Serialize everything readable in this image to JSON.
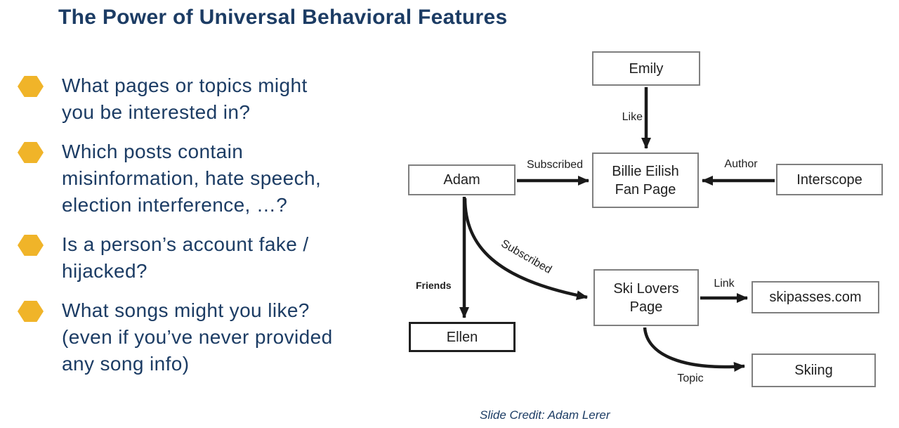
{
  "title": "The Power of Universal Behavioral Features",
  "colors": {
    "title_navy": "#1c3c64",
    "bullet_gold": "#f0b429",
    "box_border_gray": "#7f7f7f",
    "arrow_black": "#1a1a1a"
  },
  "bullets": [
    {
      "text": "What pages or topics might\nyou be interested in?"
    },
    {
      "text": "Which posts contain\nmisinformation, hate speech,\nelection interference, …?"
    },
    {
      "text": "Is a person’s account fake /\nhijacked?"
    },
    {
      "text": "What songs might you like?\n(even if you’ve never provided\nany song info)"
    }
  ],
  "graph": {
    "nodes": [
      {
        "id": "emily",
        "label": "Emily"
      },
      {
        "id": "adam",
        "label": "Adam"
      },
      {
        "id": "billie",
        "label": "Billie Eilish\nFan Page"
      },
      {
        "id": "interscope",
        "label": "Interscope"
      },
      {
        "id": "ellen",
        "label": "Ellen"
      },
      {
        "id": "ski-lovers",
        "label": "Ski Lovers\nPage"
      },
      {
        "id": "skipasses",
        "label": "skipasses.com"
      },
      {
        "id": "skiing",
        "label": "Skiing"
      }
    ],
    "edges": [
      {
        "from": "Emily",
        "to": "Billie Eilish Fan Page",
        "label": "Like"
      },
      {
        "from": "Adam",
        "to": "Billie Eilish Fan Page",
        "label": "Subscribed"
      },
      {
        "from": "Interscope",
        "to": "Billie Eilish Fan Page",
        "label": "Author"
      },
      {
        "from": "Adam",
        "to": "Ellen",
        "label": "Friends"
      },
      {
        "from": "Adam",
        "to": "Ski Lovers Page",
        "label": "Subscribed"
      },
      {
        "from": "Ski Lovers Page",
        "to": "skipasses.com",
        "label": "Link"
      },
      {
        "from": "Ski Lovers Page",
        "to": "Skiing",
        "label": "Topic"
      }
    ]
  },
  "credit": "Slide Credit: Adam Lerer"
}
